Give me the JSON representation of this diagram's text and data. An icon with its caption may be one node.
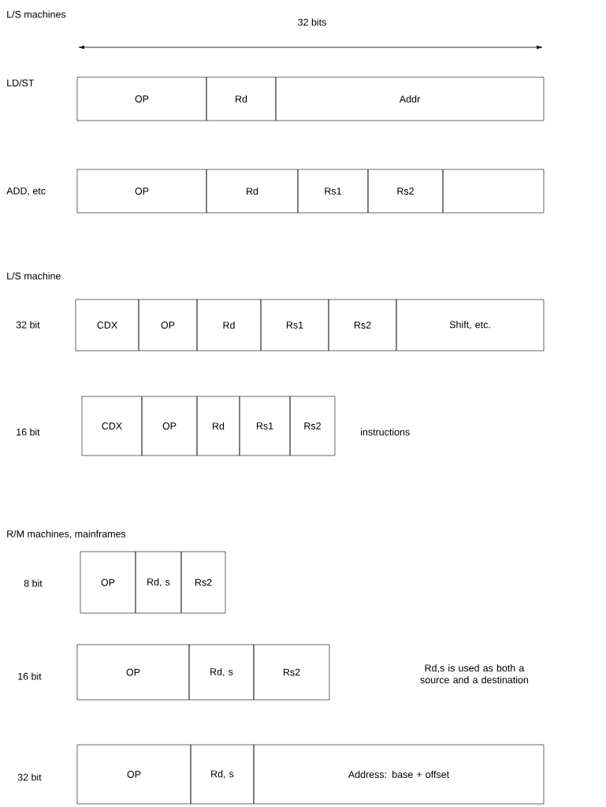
{
  "diagram": {
    "nodes": [
      {
        "text": [
          "OP"
        ]
      },
      {
        "text": [
          "Rd"
        ]
      },
      {
        "text": [
          "Addr"
        ]
      },
      {
        "text": [
          "OP"
        ]
      },
      {
        "text": [
          "Rd"
        ]
      },
      {
        "text": [
          "Rs1"
        ]
      },
      {
        "text": [
          "Rs2"
        ]
      },
      {
        "text": [],
        "shape": "box"
      },
      {
        "text": [
          "CDX"
        ]
      },
      {
        "text": [
          "OP"
        ]
      },
      {
        "text": [
          "Rd"
        ]
      },
      {
        "text": [
          "Rs1"
        ]
      },
      {
        "text": [
          "Rs2"
        ]
      },
      {
        "text": [
          "Shift, etc."
        ]
      },
      {
        "text": [
          "CDX"
        ]
      },
      {
        "text": [
          "OP"
        ]
      },
      {
        "text": [
          "Rd"
        ]
      },
      {
        "text": [
          "Rs1"
        ]
      },
      {
        "text": [
          "Rs2"
        ]
      },
      {
        "text": [
          "OP"
        ]
      },
      {
        "text": [
          "Rd, s"
        ]
      },
      {
        "text": [
          "Rs2"
        ]
      },
      {
        "text": [
          "OP"
        ]
      },
      {
        "text": [
          "Rd, s"
        ]
      },
      {
        "text": [
          "Rs2"
        ]
      },
      {
        "text": [
          "OP"
        ]
      },
      {
        "text": [
          "Rd, s"
        ]
      },
      {
        "text": [
          "Address: base + offset"
        ]
      }
    ],
    "edges": [],
    "labels": [
      "L/S machines",
      "32 bits",
      "LD/ST",
      "ADD, etc",
      "L/S machine",
      "32 bit",
      "16 bit",
      "instructions",
      "R/M machines, mainframes",
      "8 bit",
      "16 bit",
      "Rd,s is used as both a source and a destination",
      "32 bit"
    ]
  }
}
